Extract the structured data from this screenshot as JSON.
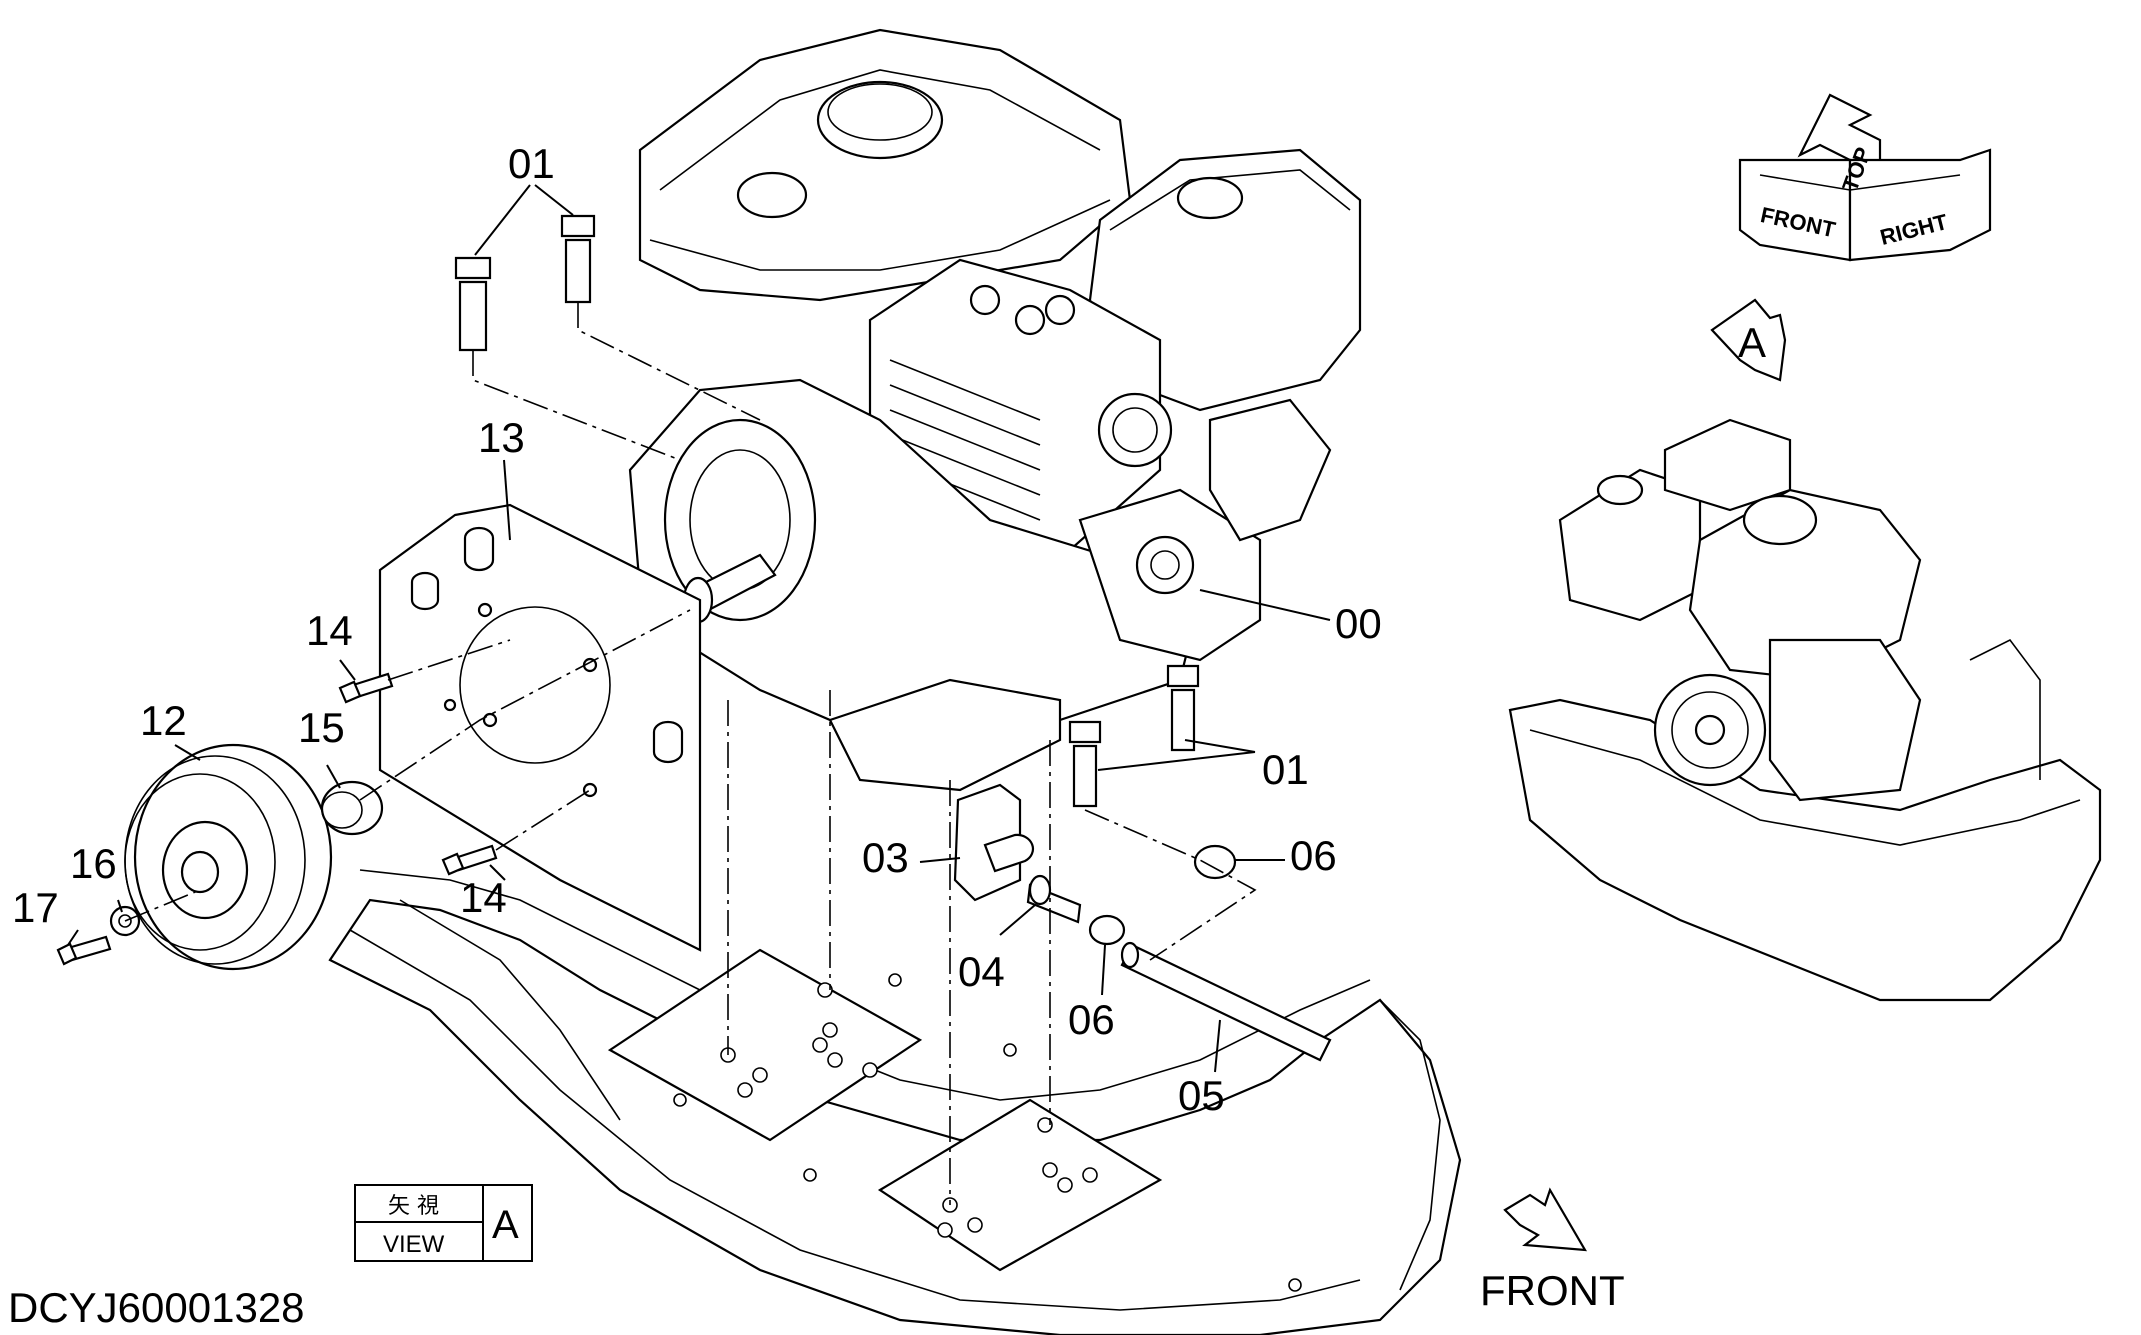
{
  "drawing_number": "DCYJ60001328",
  "view_box": {
    "kanji": "矢 視",
    "view": "VIEW",
    "letter": "A"
  },
  "view_marker_letter": "A",
  "front_arrow_label": "FRONT",
  "orientation_cube": {
    "front": "FRONT",
    "top": "TOP",
    "right": "RIGHT"
  },
  "callouts": [
    {
      "id": "01",
      "name": "callout-01-top"
    },
    {
      "id": "13",
      "name": "callout-13"
    },
    {
      "id": "14",
      "name": "callout-14-upper"
    },
    {
      "id": "12",
      "name": "callout-12"
    },
    {
      "id": "15",
      "name": "callout-15"
    },
    {
      "id": "16",
      "name": "callout-16"
    },
    {
      "id": "17",
      "name": "callout-17"
    },
    {
      "id": "14",
      "name": "callout-14-lower"
    },
    {
      "id": "00",
      "name": "callout-00"
    },
    {
      "id": "01",
      "name": "callout-01-right"
    },
    {
      "id": "06",
      "name": "callout-06-right"
    },
    {
      "id": "03",
      "name": "callout-03"
    },
    {
      "id": "04",
      "name": "callout-04"
    },
    {
      "id": "06",
      "name": "callout-06-lower"
    },
    {
      "id": "05",
      "name": "callout-05"
    }
  ]
}
